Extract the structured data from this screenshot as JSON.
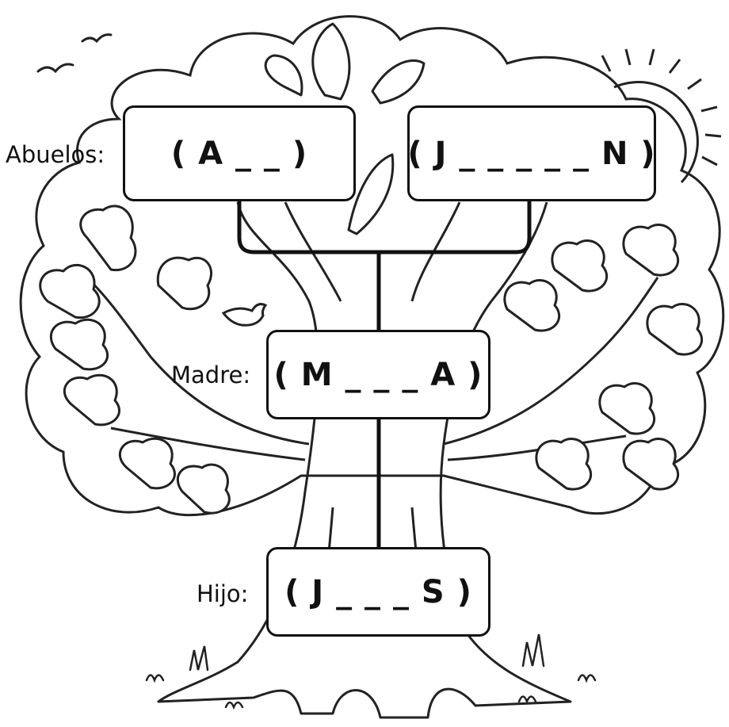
{
  "labels": {
    "grandparents": "Abuelos:",
    "mother": "Madre:",
    "child": "Hijo:"
  },
  "boxes": {
    "grandparent_1": "( A _ _ )",
    "grandparent_2": "( J _ _ _ _ _ N )",
    "mother": "( M _ _ _ A )",
    "child": "( J _ _ _ S )"
  }
}
